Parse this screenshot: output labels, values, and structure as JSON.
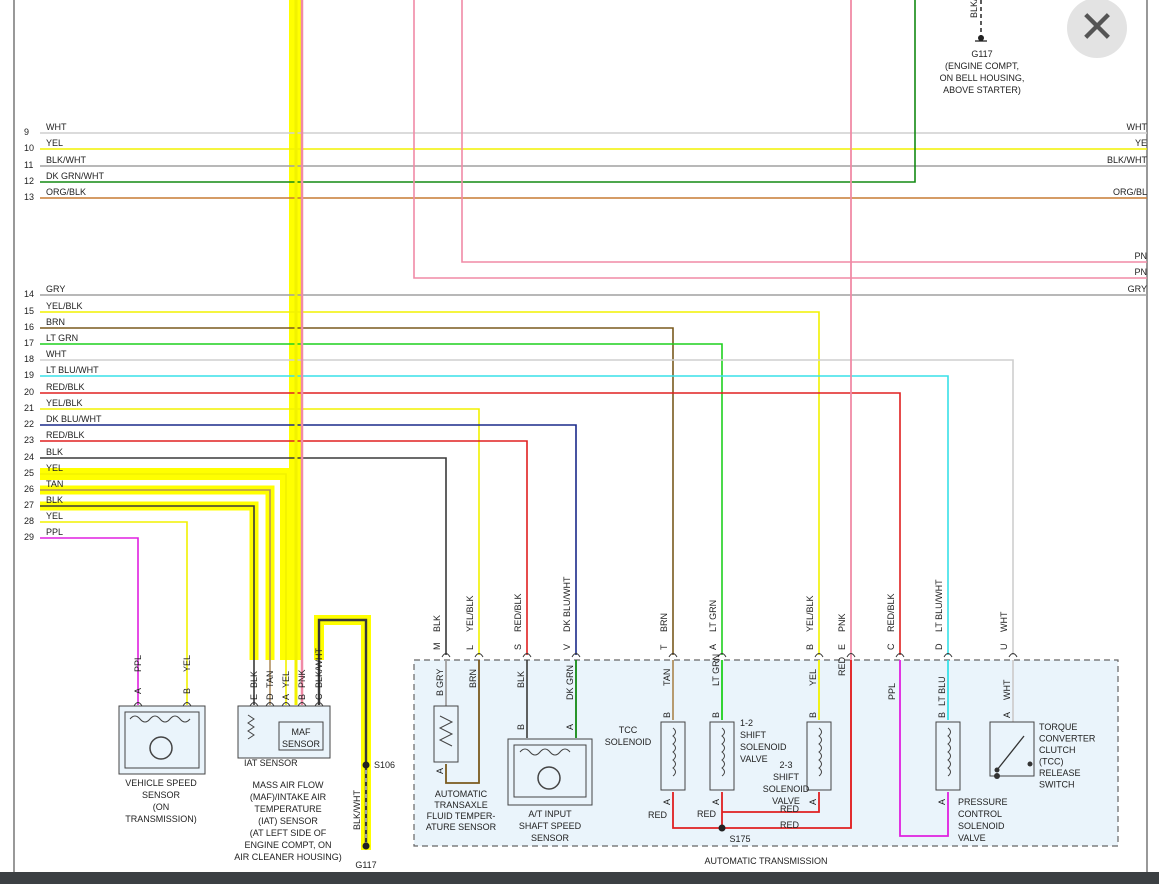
{
  "colors": {
    "YEL": "#f2f200",
    "WHT": "#cfcfcf",
    "BLK": "#3a3a3a",
    "GRY": "#a0a0a0",
    "BRN": "#7a5a1e",
    "TAN": "#b09060",
    "PNK": "#f08aa6",
    "LTGRN": "#1fd01f",
    "DKGRN": "#138a13",
    "ORG": "#c77b34",
    "RED": "#e02020",
    "LTBLU": "#38e0e8",
    "DKBLU": "#1a2a8a",
    "PPL": "#e020e0",
    "box": "#eaf4fb",
    "highlight": "#ffff00"
  },
  "close_icon": "close-icon",
  "ground_top": {
    "label": "G117",
    "desc": [
      "(ENGINE COMPT,",
      "ON BELL HOUSING,",
      "ABOVE STARTER)"
    ],
    "wire": "BLK/"
  },
  "rows": [
    {
      "n": "9",
      "l": "WHT",
      "r": "WHT"
    },
    {
      "n": "10",
      "l": "YEL",
      "r": "YE"
    },
    {
      "n": "11",
      "l": "BLK/WHT",
      "r": "BLK/WHT"
    },
    {
      "n": "12",
      "l": "DK GRN/WHT",
      "r": ""
    },
    {
      "n": "13",
      "l": "ORG/BLK",
      "r": "ORG/BL"
    },
    {
      "n": "",
      "l": "",
      "r": "PN"
    },
    {
      "n": "",
      "l": "",
      "r": "PN"
    },
    {
      "n": "14",
      "l": "GRY",
      "r": "GRY"
    },
    {
      "n": "15",
      "l": "YEL/BLK"
    },
    {
      "n": "16",
      "l": "BRN"
    },
    {
      "n": "17",
      "l": "LT GRN"
    },
    {
      "n": "18",
      "l": "WHT"
    },
    {
      "n": "19",
      "l": "LT BLU/WHT"
    },
    {
      "n": "20",
      "l": "RED/BLK"
    },
    {
      "n": "21",
      "l": "YEL/BLK"
    },
    {
      "n": "22",
      "l": "DK BLU/WHT"
    },
    {
      "n": "23",
      "l": "RED/BLK"
    },
    {
      "n": "24",
      "l": "BLK"
    },
    {
      "n": "25",
      "l": "YEL"
    },
    {
      "n": "26",
      "l": "TAN"
    },
    {
      "n": "27",
      "l": "BLK"
    },
    {
      "n": "28",
      "l": "YEL"
    },
    {
      "n": "29",
      "l": "PPL"
    }
  ],
  "vss": {
    "pins": [
      {
        "p": "A",
        "w": "PPL"
      },
      {
        "p": "B",
        "w": "YEL"
      }
    ],
    "label": [
      "VEHICLE SPEED",
      "SENSOR",
      "(ON",
      "TRANSMISSION)"
    ]
  },
  "maf": {
    "pins": [
      {
        "p": "E",
        "w": "BLK"
      },
      {
        "p": "D",
        "w": "TAN"
      },
      {
        "p": "A",
        "w": "YEL"
      },
      {
        "p": "B",
        "w": "PNK"
      },
      {
        "p": "C",
        "w": "BLK/WHT"
      }
    ],
    "iat": "IAT SENSOR",
    "maf": [
      "MAF",
      "SENSOR"
    ],
    "label": [
      "MASS AIR FLOW",
      "(MAF)/INTAKE AIR",
      "TEMPERATURE",
      "(IAT) SENSOR",
      "(AT LEFT SIDE OF",
      "ENGINE COMPT, ON",
      "AIR CLEANER HOUSING)"
    ]
  },
  "splice_s106": "S106",
  "s106_wire": "BLK/WHT",
  "ground_bottom": "G117",
  "trans_pins": [
    {
      "p": "M",
      "w": "BLK"
    },
    {
      "p": "L",
      "w": "YEL/BLK"
    },
    {
      "p": "S",
      "w": "RED/BLK"
    },
    {
      "p": "V",
      "w": "DK BLU/WHT"
    },
    {
      "p": "T",
      "w": "BRN"
    },
    {
      "p": "A",
      "w": "LT GRN"
    },
    {
      "p": "B",
      "w": "YEL/BLK"
    },
    {
      "p": "E",
      "w": "PNK"
    },
    {
      "p": "C",
      "w": "RED/BLK"
    },
    {
      "p": "D",
      "w": "LT BLU/WHT"
    },
    {
      "p": "U",
      "w": "WHT"
    }
  ],
  "trans_inner": {
    "ft_sensor": {
      "pins": [
        "B",
        "A"
      ],
      "w1": "GRY",
      "w2": "BRN",
      "label": [
        "AUTOMATIC",
        "TRANSAXLE",
        "FLUID TEMPER-",
        "ATURE SENSOR"
      ]
    },
    "input_sensor": {
      "pins": [
        "B",
        "A"
      ],
      "w1": "BLK",
      "w2": "DK GRN",
      "label": [
        "A/T INPUT",
        "SHAFT SPEED",
        "SENSOR"
      ]
    },
    "tcc": {
      "pins": [
        "B",
        "A"
      ],
      "w": "TAN",
      "label": [
        "TCC",
        "SOLENOID"
      ]
    },
    "ss12": {
      "pins": [
        "B",
        "A"
      ],
      "w": "LT GRN",
      "label": [
        "1-2",
        "SHIFT",
        "SOLENOID",
        "VALVE"
      ]
    },
    "ss23": {
      "pins": [
        "B",
        "A"
      ],
      "w": "YEL",
      "label": [
        "2-3",
        "SHIFT",
        "SOLENOID",
        "VALVE"
      ]
    },
    "pcs": {
      "pins": [
        "B",
        "A"
      ],
      "w1": "PPL",
      "w2": "LT BLU",
      "label": [
        "PRESSURE",
        "CONTROL",
        "SOLENOID",
        "VALVE"
      ]
    },
    "tccsw": {
      "pins": [
        "A"
      ],
      "w": "WHT",
      "label": [
        "TORQUE",
        "CONVERTER",
        "CLUTCH",
        "(TCC)",
        "RELEASE",
        "SWITCH"
      ]
    },
    "red": [
      "RED",
      "RED",
      "RED",
      "RED",
      "RED"
    ],
    "splice": "S175",
    "title": "AUTOMATIC TRANSMISSION"
  }
}
